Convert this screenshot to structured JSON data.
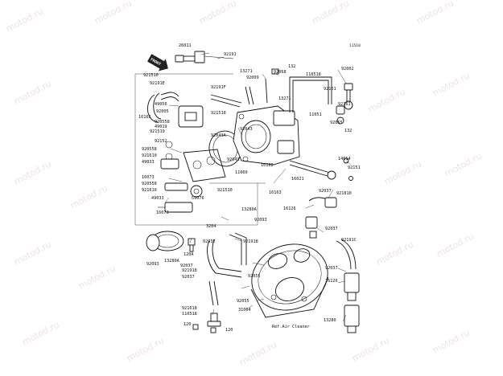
{
  "diagram": {
    "sheet_number": "11510",
    "front_marker": "FRONT",
    "ref_note": "Ref.Air Cleaner",
    "watermark": "motod.ru",
    "part_labels": [
      "26011",
      "92191",
      "13271",
      "92068",
      "132",
      "110518",
      "92002",
      "921510",
      "92191E",
      "49056",
      "92009",
      "92161",
      "92191F",
      "921518",
      "16162",
      "920558",
      "92005",
      "92043",
      "11051",
      "49019",
      "921519",
      "92043A",
      "92161",
      "132",
      "92152",
      "92055",
      "13271",
      "920558",
      "921610",
      "16182",
      "14014",
      "49033",
      "92043",
      "11060",
      "92151",
      "16073",
      "920558",
      "921610",
      "16021",
      "49033",
      "59076",
      "921510",
      "16163",
      "92037",
      "921810",
      "16073",
      "13280A",
      "16126",
      "92093",
      "3204",
      "92037",
      "92037",
      "921918",
      "92191C",
      "92093",
      "120A",
      "13280A",
      "92037",
      "921918",
      "16126",
      "92037",
      "92055",
      "92037",
      "921618",
      "110518",
      "31064",
      "92055",
      "120",
      "120",
      "13280"
    ]
  }
}
